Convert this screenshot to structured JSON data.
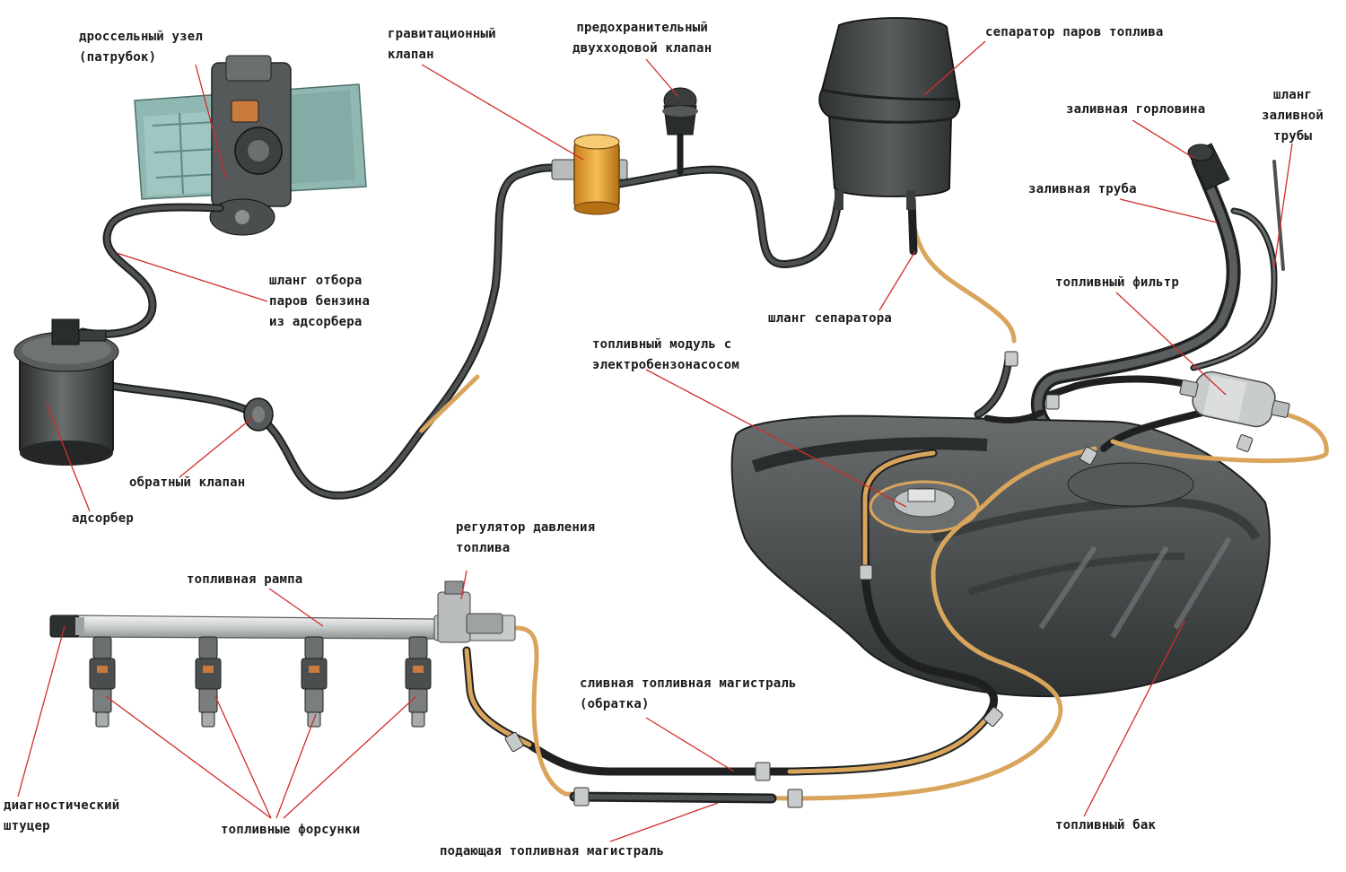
{
  "labels": {
    "throttle": [
      "дроссельный узел",
      "(патрубок)"
    ],
    "gravity_valve": [
      "гравитационный",
      "клапан"
    ],
    "safety_valve": [
      "предохранительный",
      "двухходовой клапан"
    ],
    "separator": "сепаратор паров топлива",
    "filler_neck": "заливная горловина",
    "filler_hose": [
      "шланг",
      "заливной",
      "трубы"
    ],
    "filler_pipe": "заливная труба",
    "vapor_hose": [
      "шланг отбора",
      "паров бензина",
      "из адсорбера"
    ],
    "fuel_filter": "топливный фильтр",
    "separator_hose": "шланг сепаратора",
    "fuel_module": [
      "топливный модуль с",
      "электробензонасосом"
    ],
    "check_valve": "обратный клапан",
    "adsorber": "адсорбер",
    "pressure_regulator": [
      "регулятор давления",
      "топлива"
    ],
    "fuel_rail": "топливная рампа",
    "return_line": [
      "сливная топливная магистраль",
      "(обратка)"
    ],
    "diag_port": [
      "диагностический",
      "штуцер"
    ],
    "injectors": "топливные форсунки",
    "supply_line": "подающая топливная магистраль",
    "fuel_tank": "топливный бак"
  },
  "colors": {
    "hose": "#3b3f40",
    "brass": "#d9a55c",
    "leader": "#d22b2b",
    "tank": "#4a4d4e",
    "valve": "#e8a43a",
    "engine": "#8fb8b2"
  }
}
